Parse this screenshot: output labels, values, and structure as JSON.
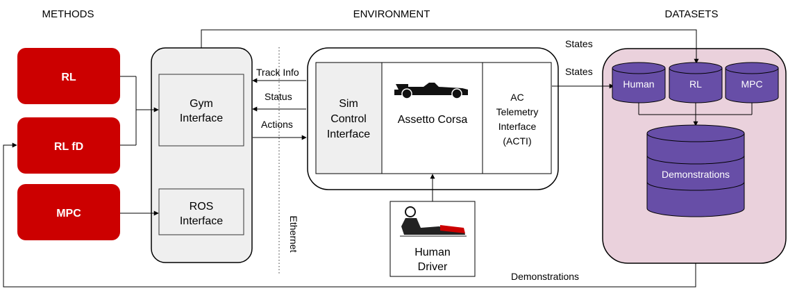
{
  "headers": {
    "methods": "METHODS",
    "environment": "ENVIRONMENT",
    "datasets": "DATASETS"
  },
  "methods": {
    "rl": "RL",
    "rl_fd": "RL fD",
    "mpc": "MPC"
  },
  "interfaces": {
    "gym_line1": "Gym",
    "gym_line2": "Interface",
    "ros_line1": "ROS",
    "ros_line2": "Interface"
  },
  "signals": {
    "track_info": "Track Info",
    "status": "Status",
    "actions": "Actions",
    "ethernet": "Ethernet",
    "states_top": "States",
    "states": "States",
    "demonstrations": "Demonstrations"
  },
  "environment": {
    "sim_line1": "Sim",
    "sim_line2": "Control",
    "sim_line3": "Interface",
    "assetto_corsa": "Assetto Corsa",
    "acti_line1": "AC",
    "acti_line2": "Telemetry",
    "acti_line3": "Interface",
    "acti_line4": "(ACTI)"
  },
  "human_driver": {
    "line1": "Human",
    "line2": "Driver"
  },
  "datasets": {
    "human": "Human",
    "rl": "RL",
    "mpc": "MPC",
    "demonstrations": "Demonstrations"
  },
  "colors": {
    "method_red": "#cc0000",
    "panel_grey": "#efefef",
    "datasets_pink": "#ead1dc",
    "db_purple": "#674ea7"
  },
  "icons": {
    "race_car": "race-car-icon",
    "driver": "driver-sim-icon"
  }
}
